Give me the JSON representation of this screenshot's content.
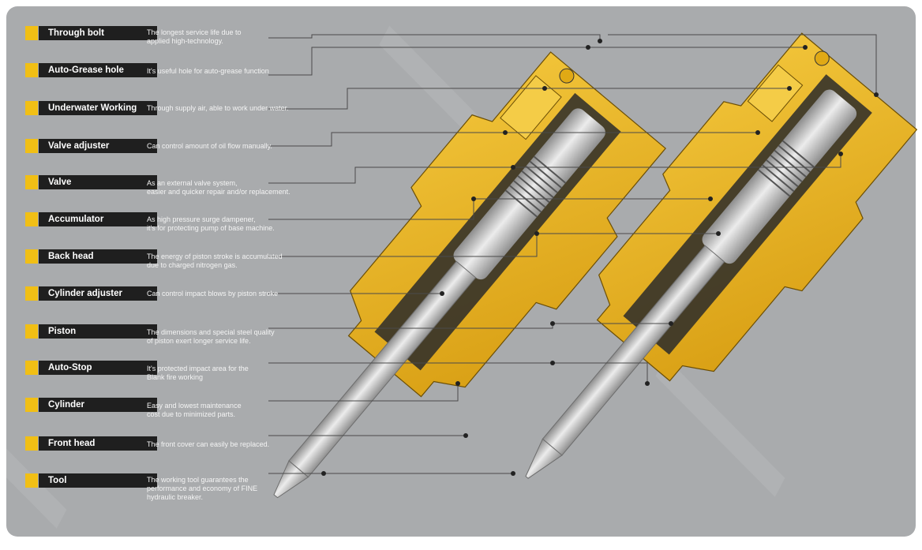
{
  "colors": {
    "panel": "#a9abad",
    "accent": "#f1bf15",
    "label_bg": "#1f1f1f",
    "body_yellow": "#e8b421",
    "steel": "#c9c9c9",
    "leader": "#4a4a4a"
  },
  "parts": [
    {
      "name": "Through bolt",
      "desc": [
        "The longest service life due to",
        "applied high-technology."
      ]
    },
    {
      "name": "Auto-Grease hole",
      "desc": [
        "It's useful hole for auto-grease function"
      ]
    },
    {
      "name": "Underwater Working",
      "desc": [
        "Through supply air, able to work under water."
      ]
    },
    {
      "name": "Valve adjuster",
      "desc": [
        "Can control amount of oil flow manually."
      ]
    },
    {
      "name": "Valve",
      "desc": [
        "As an external valve system,",
        "easier and quicker repair and/or replacement."
      ]
    },
    {
      "name": "Accumulator",
      "desc": [
        "As high pressure surge dampener,",
        "it's for protecting pump of base machine."
      ]
    },
    {
      "name": "Back head",
      "desc": [
        "The energy of piston stroke is accumulated",
        "due to charged nitrogen gas."
      ]
    },
    {
      "name": "Cylinder adjuster",
      "desc": [
        "Can control impact blows by piston stroke"
      ]
    },
    {
      "name": "Piston",
      "desc": [
        "The dimensions and special steel quality",
        "of piston exert longer service life."
      ]
    },
    {
      "name": "Auto-Stop",
      "desc": [
        "It's protected impact area for the",
        "Blank fire working"
      ]
    },
    {
      "name": "Cylinder",
      "desc": [
        "Easy and lowest maintenance",
        "cost due to minimized parts."
      ]
    },
    {
      "name": "Front head",
      "desc": [
        "The front cover can easily be replaced."
      ]
    },
    {
      "name": "Tool",
      "desc": [
        "The working tool guarantees the",
        "performance and economy of FINE",
        "hydraulic breaker."
      ]
    }
  ]
}
